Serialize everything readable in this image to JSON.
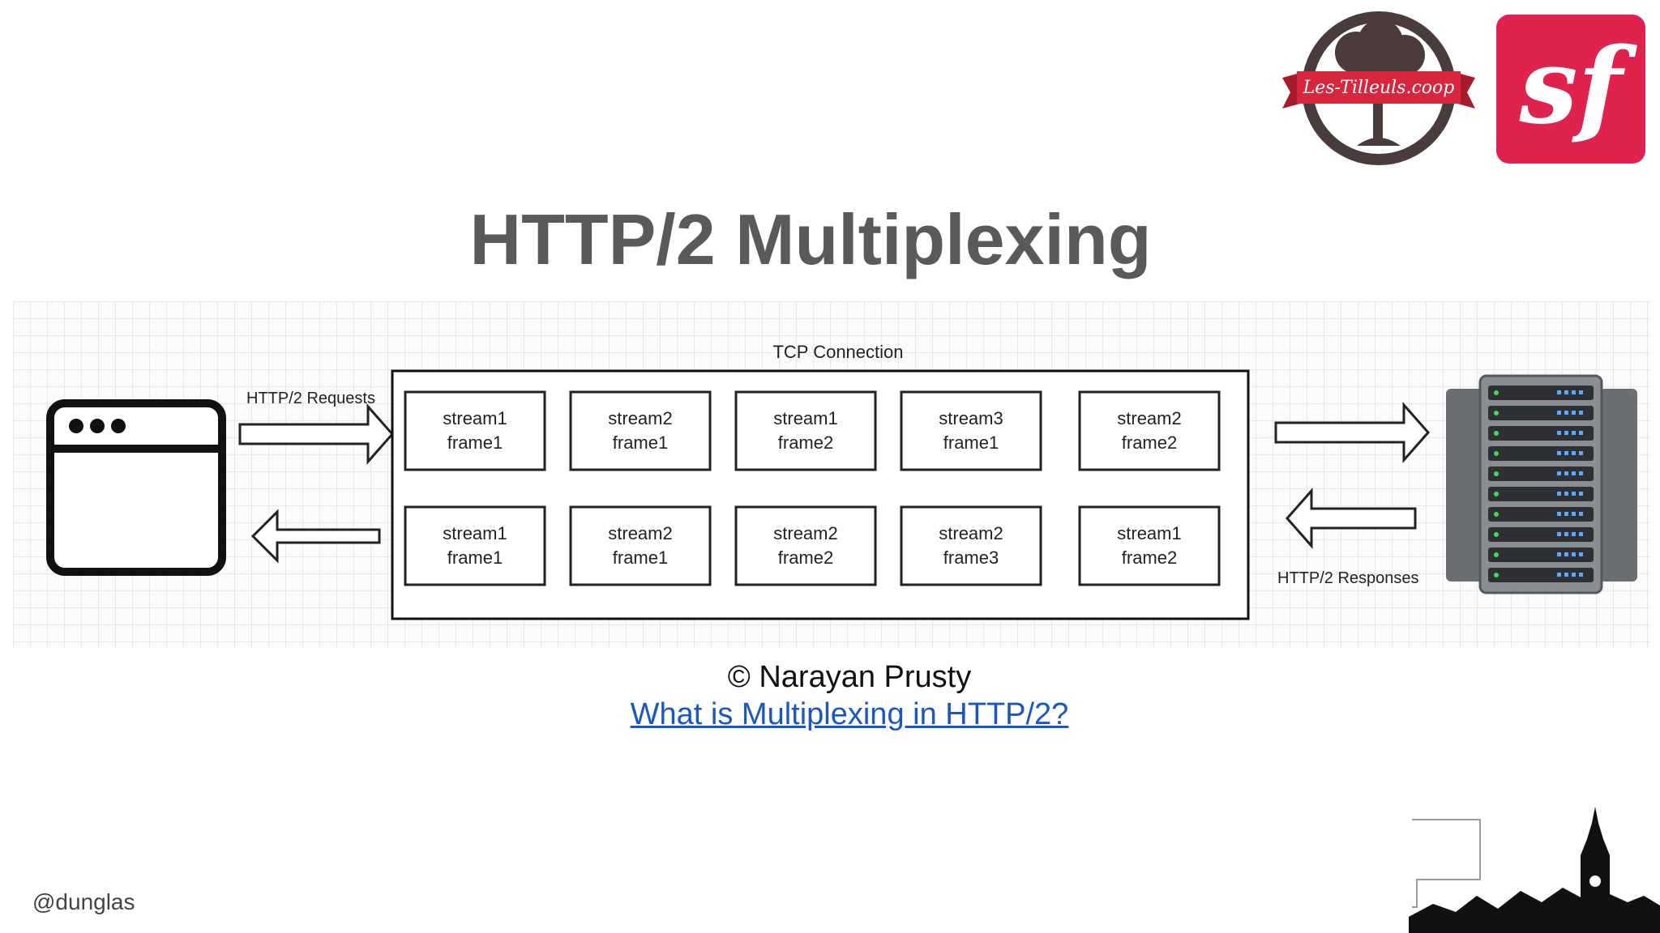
{
  "slide": {
    "title": "HTTP/2 Multiplexing",
    "credit": "© Narayan Prusty",
    "link_text": "What is Multiplexing in HTTP/2?",
    "handle": "@dunglas"
  },
  "logos": {
    "tilleuls_text": "Les-Tilleuls.coop",
    "symfony_text": "sf"
  },
  "diagram": {
    "connection_label": "TCP Connection",
    "requests_label": "HTTP/2 Requests",
    "responses_label": "HTTP/2 Responses",
    "top_row": [
      {
        "line1": "stream1",
        "line2": "frame1"
      },
      {
        "line1": "stream2",
        "line2": "frame1"
      },
      {
        "line1": "stream1",
        "line2": "frame2"
      },
      {
        "line1": "stream3",
        "line2": "frame1"
      },
      {
        "line1": "stream2",
        "line2": "frame2"
      }
    ],
    "bottom_row": [
      {
        "line1": "stream1",
        "line2": "frame1"
      },
      {
        "line1": "stream2",
        "line2": "frame1"
      },
      {
        "line1": "stream2",
        "line2": "frame2"
      },
      {
        "line1": "stream2",
        "line2": "frame3"
      },
      {
        "line1": "stream1",
        "line2": "frame2"
      }
    ]
  },
  "colors": {
    "title": "#5a5a5a",
    "link": "#1a56c4",
    "symfony": "#e0234e",
    "tilleuls": "#4a3b3d",
    "ribbon": "#d7263d"
  }
}
